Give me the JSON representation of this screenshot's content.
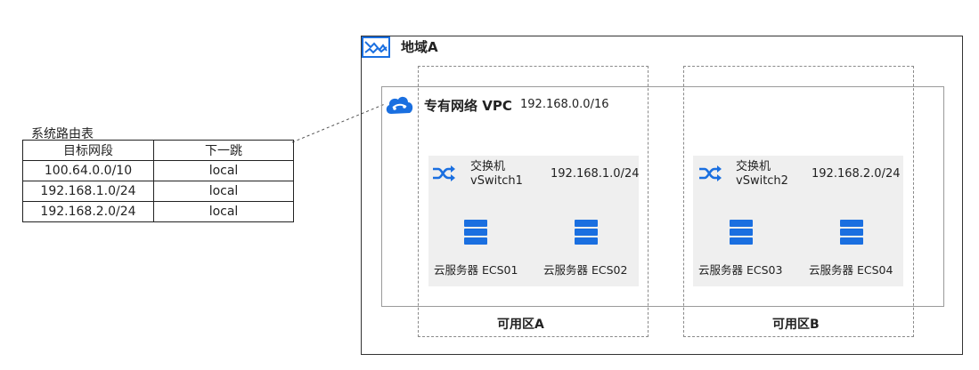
{
  "route_table": {
    "title": "系统路由表",
    "headers": [
      "目标网段",
      "下一跳"
    ],
    "rows": [
      [
        "100.64.0.0/10",
        "local"
      ],
      [
        "192.168.1.0/24",
        "local"
      ],
      [
        "192.168.2.0/24",
        "local"
      ]
    ]
  },
  "region": {
    "label": "地域A"
  },
  "vpc": {
    "label": "专有网络 VPC",
    "cidr": "192.168.0.0/16"
  },
  "zones": [
    {
      "label": "可用区A"
    },
    {
      "label": "可用区B"
    }
  ],
  "switches": [
    {
      "name_line1": "交换机",
      "name_line2": "vSwitch1",
      "cidr": "192.168.1.0/24",
      "servers": [
        "云服务器 ECS01",
        "云服务器 ECS02"
      ]
    },
    {
      "name_line1": "交换机",
      "name_line2": "vSwitch2",
      "cidr": "192.168.2.0/24",
      "servers": [
        "云服务器 ECS03",
        "云服务器 ECS04"
      ]
    }
  ],
  "colors": {
    "accent": "#1a6fe0"
  }
}
